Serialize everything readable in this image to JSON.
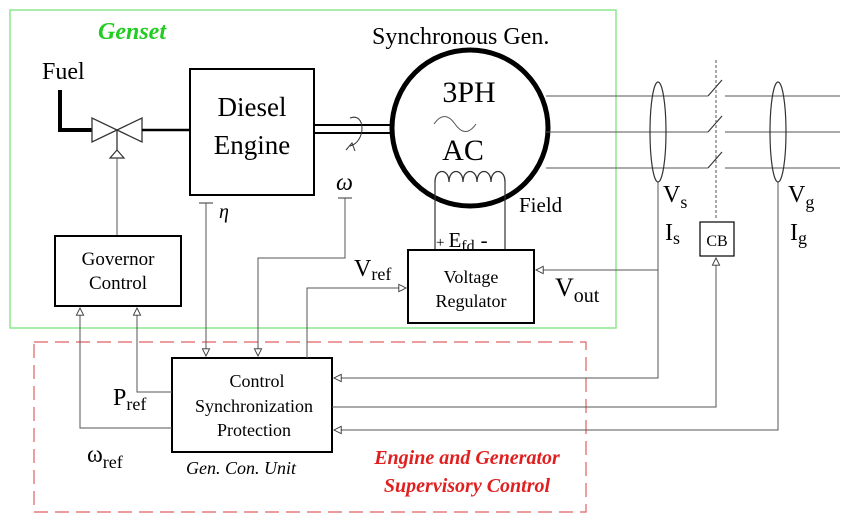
{
  "labels": {
    "genset": "Genset",
    "sync_gen": "Synchronous Gen.",
    "fuel": "Fuel",
    "diesel_line1": "Diesel",
    "diesel_line2": "Engine",
    "gen_3ph": "3PH",
    "gen_ac": "AC",
    "omega": "ω",
    "eta": "η",
    "field": "Field",
    "efd_plus": "+",
    "efd_main": "E",
    "efd_sub": "fd",
    "efd_minus": "-",
    "governor_line1": "Governor",
    "governor_line2": "Control",
    "vref_main": "V",
    "vref_sub": "ref",
    "vr_line1": "Voltage",
    "vr_line2": "Regulator",
    "vout_main": "V",
    "vout_sub": "out",
    "vs_main": "V",
    "vs_sub": "s",
    "is_main": "I",
    "is_sub": "s",
    "cb": "CB",
    "vg_main": "V",
    "vg_sub": "g",
    "ig_main": "I",
    "ig_sub": "g",
    "pref_main": "P",
    "pref_sub": "ref",
    "omegaref_main": "ω",
    "omegaref_sub": "ref",
    "ctrl_line1": "Control",
    "ctrl_line2": "Synchronization",
    "ctrl_line3": "Protection",
    "gcu": "Gen. Con. Unit",
    "supervisory_line1": "Engine and Generator",
    "supervisory_line2": "Supervisory Control"
  },
  "colors": {
    "genset_border": "#8ee68e",
    "genset_title": "#22cc22",
    "supervisory_border": "#e06060",
    "supervisory_title": "#e02020",
    "line": "#000000",
    "signal": "#555555"
  }
}
